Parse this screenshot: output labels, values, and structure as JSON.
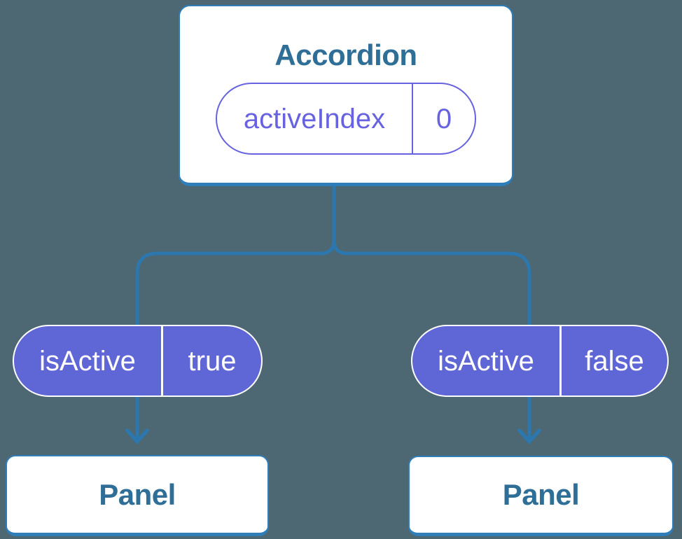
{
  "diagram": {
    "root": {
      "title": "Accordion",
      "prop": {
        "name": "activeIndex",
        "value": "0"
      }
    },
    "children": [
      {
        "prop": {
          "name": "isActive",
          "value": "true"
        },
        "panel": "Panel"
      },
      {
        "prop": {
          "name": "isActive",
          "value": "false"
        },
        "panel": "Panel"
      }
    ]
  },
  "colors": {
    "bg": "#4d6872",
    "line": "#2b77ae",
    "node-border": "#2f7eb9",
    "node-text": "#2f6e96",
    "node-bg": "#ffffff",
    "pill-fill": "#5f66d5",
    "pill-text": "#ffffff",
    "accent": "#6762e0"
  }
}
